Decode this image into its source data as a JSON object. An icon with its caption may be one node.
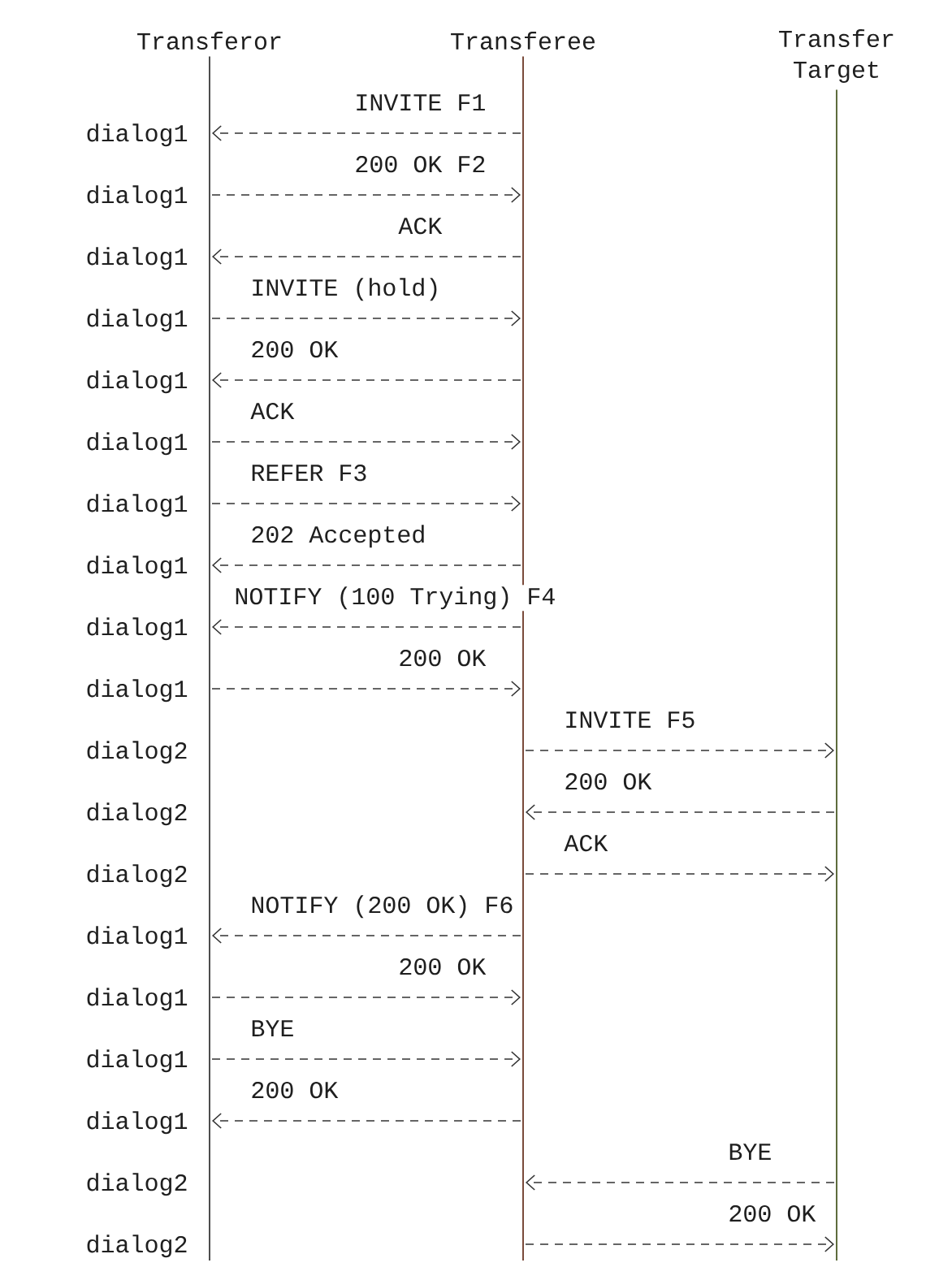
{
  "diagram": {
    "nodes": [
      {
        "text": [
          "Transferor"
        ]
      },
      {
        "text": [
          "Transferee"
        ]
      },
      {
        "text": [
          "Transfer Target"
        ]
      }
    ],
    "edges": [
      {
        "from": 1,
        "to": 0,
        "arrow": "to",
        "label": "INVITE F1"
      },
      {
        "from": 0,
        "to": 1,
        "arrow": "to",
        "label": "200 OK F2"
      },
      {
        "from": 1,
        "to": 0,
        "arrow": "to",
        "label": "ACK"
      },
      {
        "from": 0,
        "to": 1,
        "arrow": "to",
        "label": "INVITE (hold)"
      },
      {
        "from": 1,
        "to": 0,
        "arrow": "to",
        "label": "200 OK"
      },
      {
        "from": 0,
        "to": 1,
        "arrow": "to",
        "label": "ACK"
      },
      {
        "from": 0,
        "to": 1,
        "arrow": "to",
        "label": "REFER F3"
      },
      {
        "from": 1,
        "to": 0,
        "arrow": "to",
        "label": "202 Accepted"
      },
      {
        "from": 1,
        "to": 0,
        "arrow": "to",
        "label": "NOTIFY (100 Trying) F4"
      },
      {
        "from": 0,
        "to": 1,
        "arrow": "to",
        "label": "200 OK"
      },
      {
        "from": 1,
        "to": 2,
        "arrow": "to",
        "label": "INVITE F5"
      },
      {
        "from": 2,
        "to": 1,
        "arrow": "to",
        "label": "200 OK"
      },
      {
        "from": 1,
        "to": 2,
        "arrow": "to",
        "label": "ACK"
      },
      {
        "from": 1,
        "to": 0,
        "arrow": "to",
        "label": "NOTIFY (200 OK) F6"
      },
      {
        "from": 0,
        "to": 1,
        "arrow": "to",
        "label": "200 OK"
      },
      {
        "from": 0,
        "to": 1,
        "arrow": "to",
        "label": "BYE"
      },
      {
        "from": 1,
        "to": 0,
        "arrow": "to",
        "label": "200 OK"
      },
      {
        "from": 2,
        "to": 1,
        "arrow": "to",
        "label": "BYE"
      },
      {
        "from": 1,
        "to": 2,
        "arrow": "to",
        "label": "200 OK"
      }
    ],
    "labels": [
      "dialog1",
      "dialog1",
      "dialog1",
      "dialog1",
      "dialog1",
      "dialog1",
      "dialog1",
      "dialog1",
      "dialog1",
      "dialog1",
      "dialog2",
      "dialog2",
      "dialog2",
      "dialog1",
      "dialog1",
      "dialog1",
      "dialog1",
      "dialog2",
      "dialog2"
    ]
  }
}
